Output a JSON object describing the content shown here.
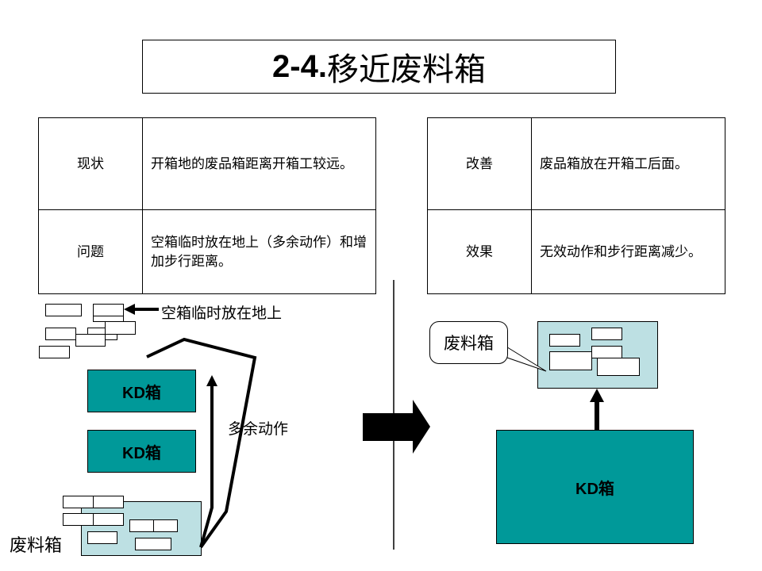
{
  "title": {
    "prefix": "2-4.",
    "text": "移近废料箱"
  },
  "left_table": [
    {
      "key": "现状",
      "value": "开箱地的废品箱距离开箱工较远。"
    },
    {
      "key": "问题",
      "value": "空箱临时放在地上（多余动作）和增加步行距离。"
    }
  ],
  "right_table": [
    {
      "key": "改善",
      "value": "废品箱放在开箱工后面。"
    },
    {
      "key": "效果",
      "value": "无效动作和步行距离减少。"
    }
  ],
  "before": {
    "empty_box_label": "空箱临时放在地上",
    "kd1": "KD箱",
    "kd2": "KD箱",
    "extra_motion_label": "多余动作",
    "bin_label": "废料箱"
  },
  "after": {
    "callout": "废料箱",
    "kd": "KD箱"
  }
}
